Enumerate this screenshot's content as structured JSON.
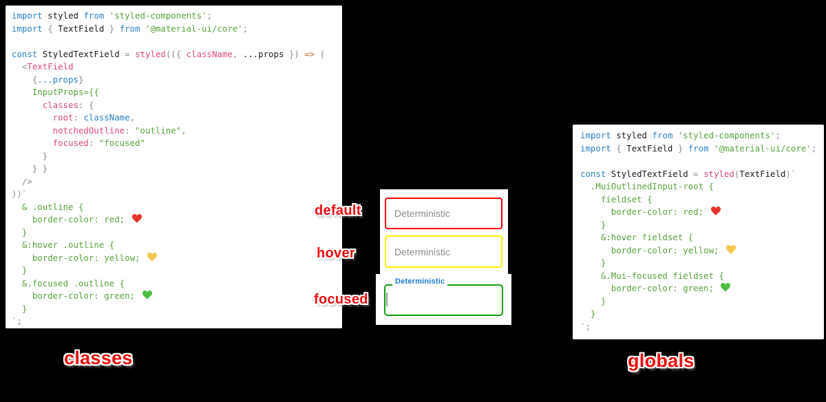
{
  "palette": {
    "background": "#000000",
    "card": "#ffffff",
    "syntax": {
      "kw": "#2b82c4",
      "id": "#1c1c1c",
      "pn": "#8c8c8c",
      "pk": "#e1497e",
      "gr": "#57a33c",
      "st": "#57a33c",
      "or": "#bf6a24"
    },
    "hearts": {
      "red": "#e8342c",
      "yellow": "#f6c64f",
      "green": "#4dbf42"
    },
    "annotation_red": "#ef0e0e",
    "field_borders": {
      "default": "#ff0000",
      "hover": "#fff000",
      "focused": "#0f9f0f"
    },
    "focused_label_blue": "#1b79d4",
    "placeholder_gray": "#8a8a8a",
    "cursor_gray": "#9a9a9a"
  },
  "left_code": {
    "lines": [
      [
        [
          "kw",
          "import"
        ],
        [
          "id",
          " styled "
        ],
        [
          "kw",
          "from"
        ],
        [
          "st",
          " 'styled-components'"
        ],
        [
          "pn",
          ";"
        ]
      ],
      [
        [
          "kw",
          "import"
        ],
        [
          "pn",
          " { "
        ],
        [
          "id",
          "TextField"
        ],
        [
          "pn",
          " } "
        ],
        [
          "kw",
          "from"
        ],
        [
          "st",
          " '@material-ui/core'"
        ],
        [
          "pn",
          ";"
        ]
      ],
      [],
      [
        [
          "kw",
          "const"
        ],
        [
          "id",
          " StyledTextField "
        ],
        [
          "pn",
          "= "
        ],
        [
          "pk",
          "styled"
        ],
        [
          "pn",
          "(({ "
        ],
        [
          "pk",
          "className"
        ],
        [
          "pn",
          ", "
        ],
        [
          "id",
          "...props"
        ],
        [
          "pn",
          " }) "
        ],
        [
          "or",
          "=>"
        ],
        [
          "pn",
          " ("
        ]
      ],
      [
        [
          "pn",
          "  <"
        ],
        [
          "pk",
          "TextField"
        ]
      ],
      [
        [
          "pn",
          "    {"
        ],
        [
          "kw",
          "...props"
        ],
        [
          "pn",
          "}"
        ]
      ],
      [
        [
          "gr",
          "    InputProps={{"
        ]
      ],
      [
        [
          "pk",
          "      classes"
        ],
        [
          "pn",
          ": {"
        ]
      ],
      [
        [
          "pk",
          "        root"
        ],
        [
          "pn",
          ": "
        ],
        [
          "kw",
          "className"
        ],
        [
          "pn",
          ","
        ]
      ],
      [
        [
          "pk",
          "        notchedOutline"
        ],
        [
          "pn",
          ": "
        ],
        [
          "st",
          "\"outline\""
        ],
        [
          "pn",
          ","
        ]
      ],
      [
        [
          "pk",
          "        focused"
        ],
        [
          "pn",
          ": "
        ],
        [
          "st",
          "\"focused\""
        ]
      ],
      [
        [
          "pn",
          "      }"
        ]
      ],
      [
        [
          "pn",
          "    } }"
        ]
      ],
      [
        [
          "pn",
          "  />"
        ]
      ],
      [
        [
          "pn",
          "))`"
        ]
      ],
      [
        [
          "gr",
          "  & .outline {"
        ]
      ],
      [
        [
          "gr",
          "    border-color: red; "
        ],
        [
          "heart",
          "red"
        ]
      ],
      [
        [
          "gr",
          "  }"
        ]
      ],
      [
        [
          "gr",
          "  &:hover .outline {"
        ]
      ],
      [
        [
          "gr",
          "    border-color: yellow; "
        ],
        [
          "heart",
          "yellow"
        ]
      ],
      [
        [
          "gr",
          "  }"
        ]
      ],
      [
        [
          "gr",
          "  &.focused .outline {"
        ]
      ],
      [
        [
          "gr",
          "    border-color: green; "
        ],
        [
          "heart",
          "green"
        ]
      ],
      [
        [
          "gr",
          "  }"
        ]
      ],
      [
        [
          "pn",
          "`;"
        ]
      ]
    ]
  },
  "right_code": {
    "lines": [
      [
        [
          "kw",
          "import"
        ],
        [
          "id",
          " styled "
        ],
        [
          "kw",
          "from"
        ],
        [
          "st",
          " 'styled-components'"
        ],
        [
          "pn",
          ";"
        ]
      ],
      [
        [
          "kw",
          "import"
        ],
        [
          "pn",
          " { "
        ],
        [
          "id",
          "TextField"
        ],
        [
          "pn",
          " } "
        ],
        [
          "kw",
          "from"
        ],
        [
          "st",
          " '@material-ui/core'"
        ],
        [
          "pn",
          ";"
        ]
      ],
      [],
      [
        [
          "kw",
          "const"
        ],
        [
          "id",
          " StyledTextField "
        ],
        [
          "pn",
          "= "
        ],
        [
          "pk",
          "styled"
        ],
        [
          "pn",
          "("
        ],
        [
          "id",
          "TextField"
        ],
        [
          "pn",
          ")`"
        ]
      ],
      [
        [
          "gr",
          "  .MuiOutlinedInput-root {"
        ]
      ],
      [
        [
          "gr",
          "    fieldset {"
        ]
      ],
      [
        [
          "gr",
          "      border-color: red; "
        ],
        [
          "heart",
          "red"
        ]
      ],
      [
        [
          "gr",
          "    }"
        ]
      ],
      [
        [
          "gr",
          "    &:hover fieldset {"
        ]
      ],
      [
        [
          "gr",
          "      border-color: yellow; "
        ],
        [
          "heart",
          "yellow"
        ]
      ],
      [
        [
          "gr",
          "    }"
        ]
      ],
      [
        [
          "gr",
          "    &.Mui-focused fieldset {"
        ]
      ],
      [
        [
          "gr",
          "      border-color: green; "
        ],
        [
          "heart",
          "green"
        ]
      ],
      [
        [
          "gr",
          "    }"
        ]
      ],
      [
        [
          "gr",
          "  }"
        ]
      ],
      [
        [
          "pn",
          "`;"
        ]
      ]
    ]
  },
  "textfields": {
    "default": {
      "placeholder": "Deterministic"
    },
    "hover": {
      "placeholder": "Deterministic"
    },
    "focused": {
      "label": "Deterministic",
      "value": ""
    }
  },
  "annotations": {
    "field_default": "default",
    "field_hover": "hover",
    "field_focused": "focused",
    "left_title": "classes",
    "right_title": "globals"
  }
}
